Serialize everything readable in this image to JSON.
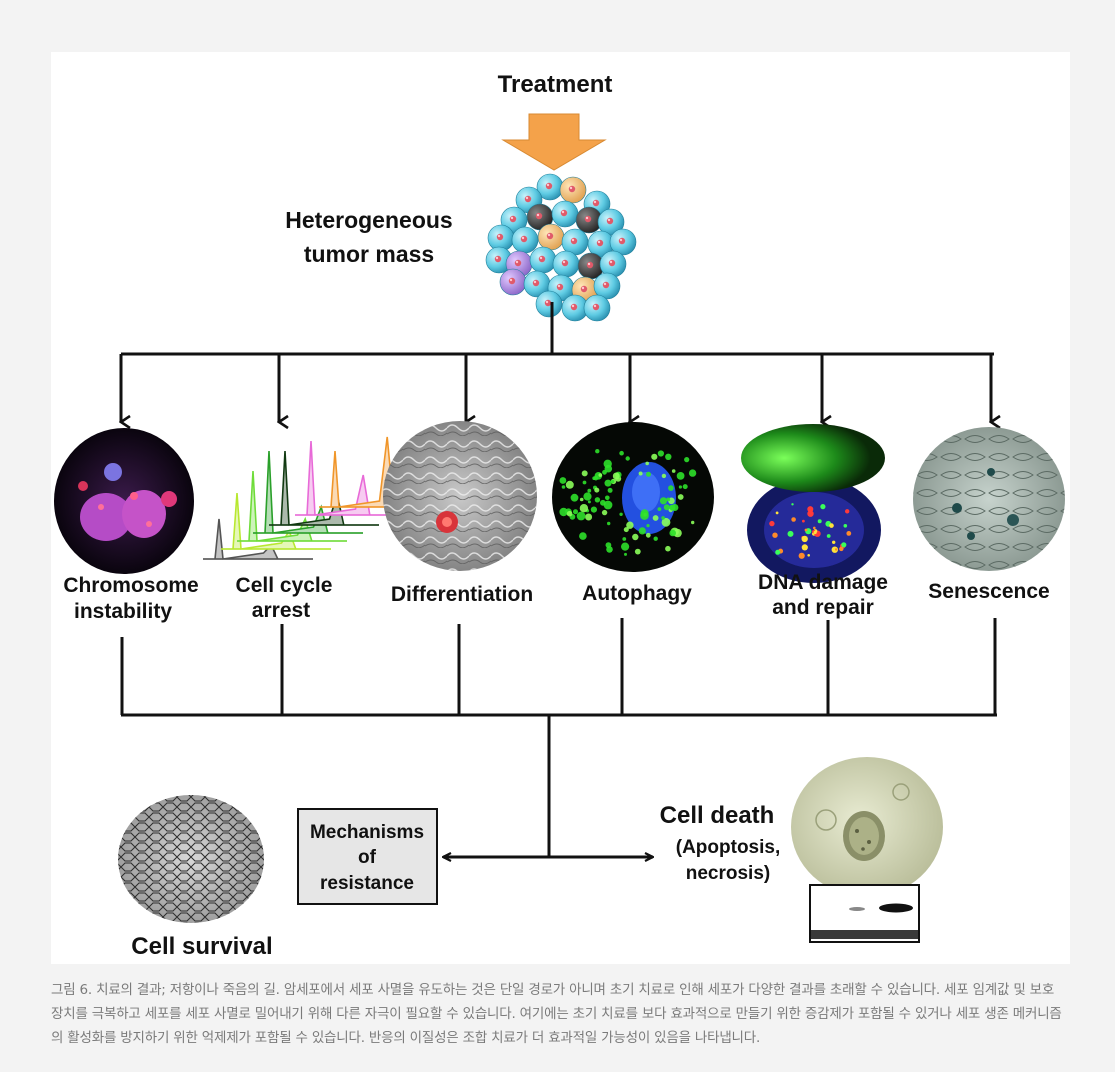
{
  "labels": {
    "treatment": "Treatment",
    "tumor_mass_line1": "Heterogeneous",
    "tumor_mass_line2": "tumor mass",
    "outcomes": [
      {
        "line1": "Chromosome",
        "line2": "instability"
      },
      {
        "line1": "Cell cycle",
        "line2": "arrest"
      },
      {
        "line1": "Differentiation",
        "line2": ""
      },
      {
        "line1": "Autophagy",
        "line2": ""
      },
      {
        "line1": "DNA damage",
        "line2": "and repair"
      },
      {
        "line1": "Senescence",
        "line2": ""
      }
    ],
    "mechanisms_line1": "Mechanisms",
    "mechanisms_line2": "of",
    "mechanisms_line3": "resistance",
    "cell_survival": "Cell survival",
    "cell_death": "Cell death",
    "cell_death_sub1": "(Apoptosis,",
    "cell_death_sub2": "necrosis)"
  },
  "caption": "그림 6. 치료의 결과; 저항이나 죽음의 길. 암세포에서 세포 사멸을 유도하는 것은 단일 경로가 아니며 초기 치료로 인해 세포가 다양한 결과를 초래할 수 있습니다. 세포 임계값 및 보호 장치를 극복하고 세포를 세포 사멸로 밀어내기 위해 다른 자극이 필요할 수 있습니다. 여기에는 초기 치료를 보다 효과적으로 만들기 위한 증감제가 포함될 수 있거나 세포 생존 메커니즘의 활성화를 방지하기 위한 억제제가 포함될 수 있습니다. 반응의 이질성은 조합 치료가 더 효과적일 가능성이 있음을 나타냅니다.",
  "colors": {
    "treatment_arrow": "#f4a24a",
    "cell_cyan": "#5ecbe3",
    "cell_dark": "#3b3b3b"
  }
}
